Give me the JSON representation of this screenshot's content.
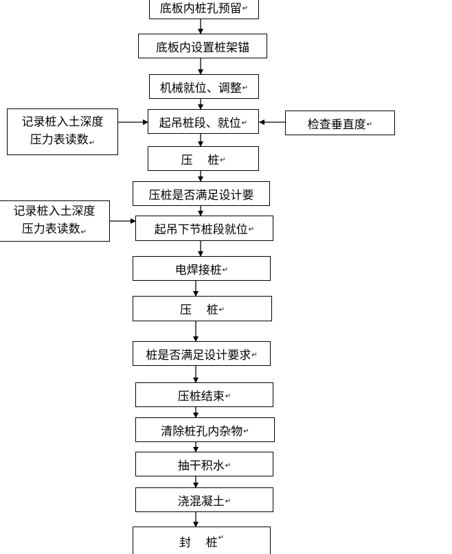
{
  "paragraph_mark": "↵",
  "steps": [
    {
      "label": "底板内桩孔预留",
      "mark": true
    },
    {
      "label": "底板内设置桩架锚",
      "mark": false
    },
    {
      "label": "机械就位、调整",
      "mark": true
    },
    {
      "label": "起吊桩段、就位",
      "mark": true
    },
    {
      "label": "压    桩",
      "mark": true
    },
    {
      "label": "压桩是否满足设计要",
      "mark": false
    },
    {
      "label": "起吊下节桩段就位",
      "mark": true
    },
    {
      "label": "电焊接桩",
      "mark": true
    },
    {
      "label": "压    桩",
      "mark": true
    },
    {
      "label": "桩是否满足设计要求",
      "mark": true
    },
    {
      "label": "压桩结束",
      "mark": true
    },
    {
      "label": "清除桩孔内杂物",
      "mark": true
    },
    {
      "label": "抽干积水",
      "mark": true
    },
    {
      "label": "浇混凝土",
      "mark": true
    },
    {
      "label": "封    桩",
      "mark": true
    }
  ],
  "side_notes": [
    {
      "line1": "记录桩入土深度",
      "line2": "压力表读数",
      "mark": true
    },
    {
      "line1": "检查垂直度",
      "line2": "",
      "mark": true
    },
    {
      "line1": "记录桩入土深度",
      "line2": "压力表读数",
      "mark": true
    }
  ]
}
